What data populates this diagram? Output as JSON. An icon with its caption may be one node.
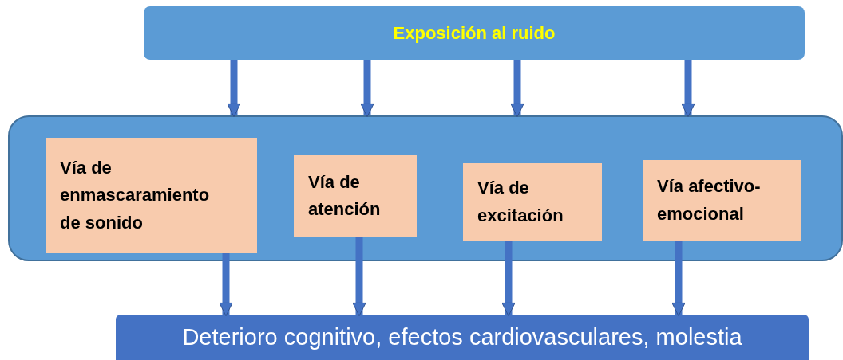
{
  "diagram": {
    "nodes": [
      {
        "text": [
          "Exposición al ruido"
        ]
      },
      {
        "text": [],
        "shape": "box"
      },
      {
        "text": [
          "Vía de enmascaramiento de sonido"
        ],
        "in": 1
      },
      {
        "text": [
          "Vía de atención"
        ],
        "in": 1
      },
      {
        "text": [
          "Vía de excitación"
        ],
        "in": 1
      },
      {
        "text": [
          "Vía afectivo-emocional"
        ],
        "in": 1
      },
      {
        "text": [
          "Deterioro cognitivo, efectos cardiovasculares, molestia"
        ]
      }
    ],
    "edges": [
      {
        "from": 0,
        "to": 1,
        "arrow": "to"
      },
      {
        "from": 0,
        "to": 1,
        "arrow": "to"
      },
      {
        "from": 0,
        "to": 1,
        "arrow": "to"
      },
      {
        "from": 0,
        "to": 1,
        "arrow": "to"
      },
      {
        "from": 2,
        "to": 6,
        "arrow": "to"
      },
      {
        "from": 3,
        "to": 6,
        "arrow": "to"
      },
      {
        "from": 4,
        "to": 6,
        "arrow": "to"
      },
      {
        "from": 5,
        "to": 6,
        "arrow": "to"
      }
    ]
  }
}
